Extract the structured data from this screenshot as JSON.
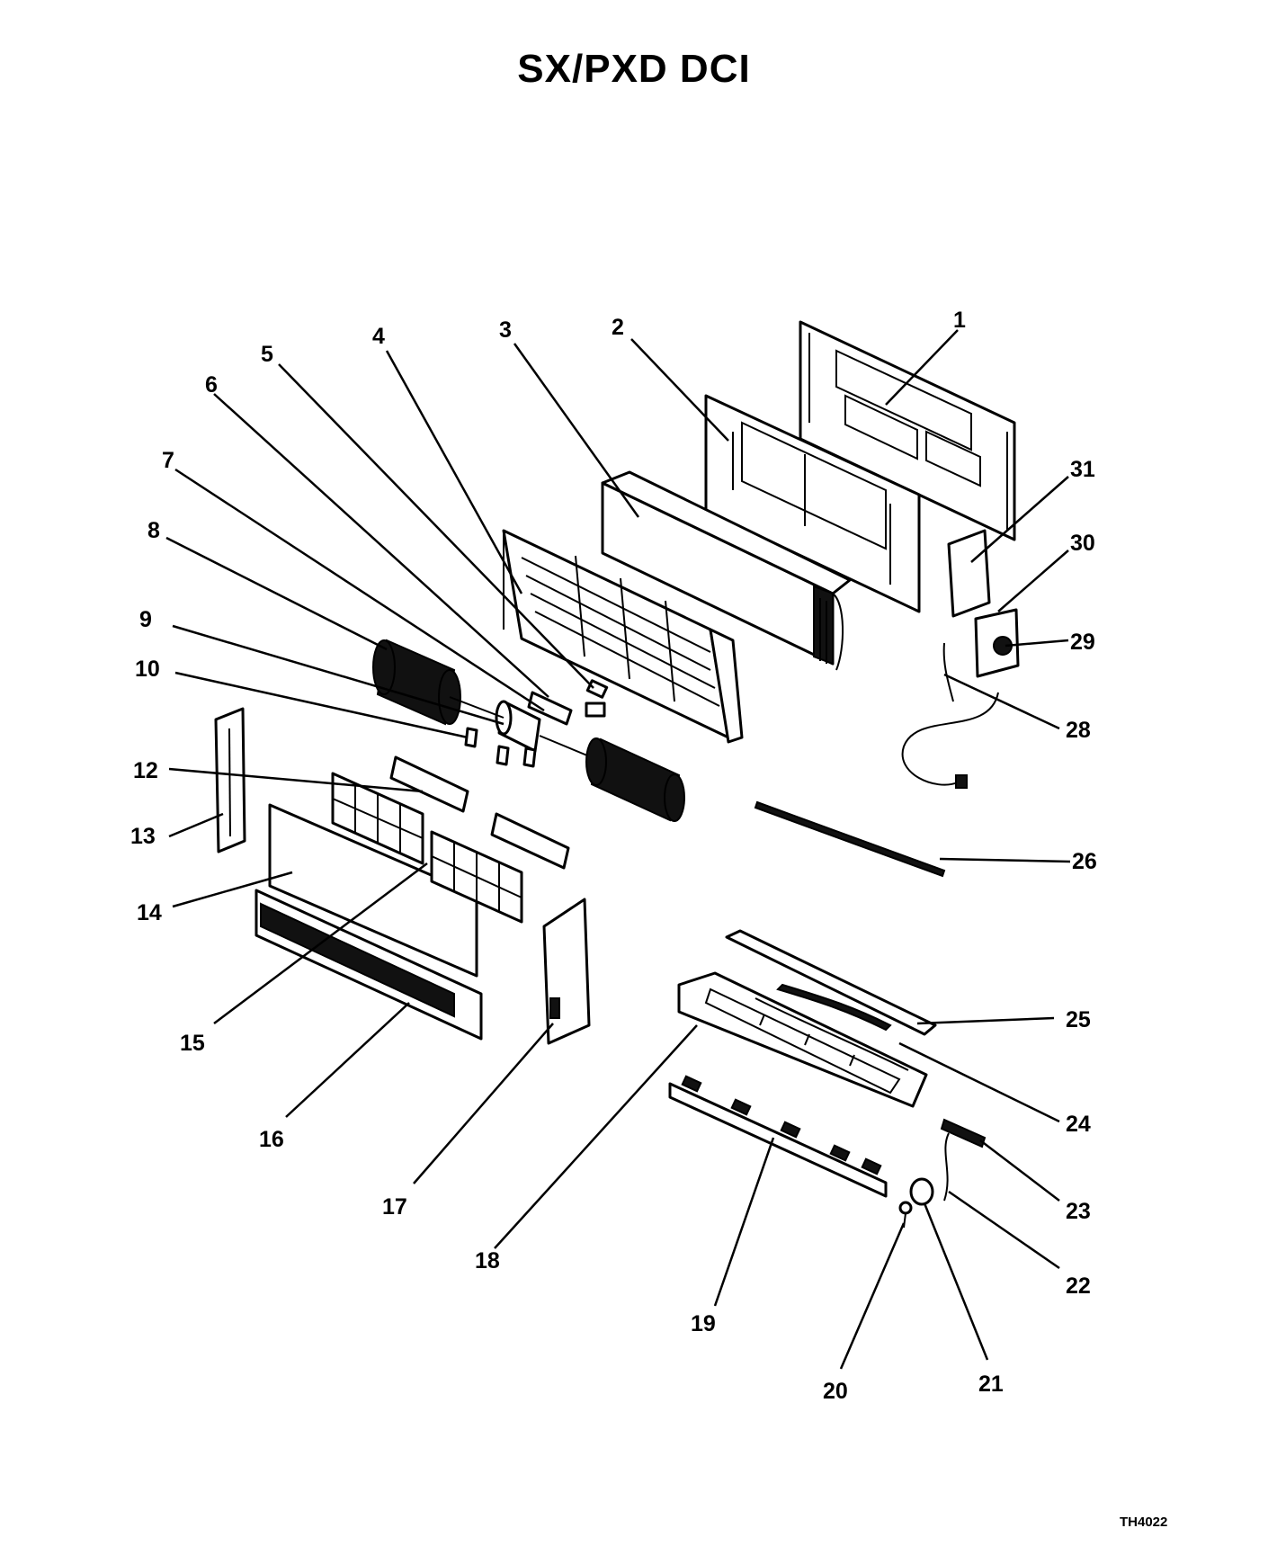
{
  "title": "SX/PXD DCI",
  "drawing_code": "TH4022",
  "labels": [
    "1",
    "2",
    "3",
    "4",
    "5",
    "6",
    "7",
    "8",
    "9",
    "10",
    "12",
    "13",
    "14",
    "15",
    "16",
    "17",
    "18",
    "19",
    "20",
    "21",
    "22",
    "23",
    "24",
    "25",
    "26",
    "28",
    "29",
    "30",
    "31"
  ]
}
